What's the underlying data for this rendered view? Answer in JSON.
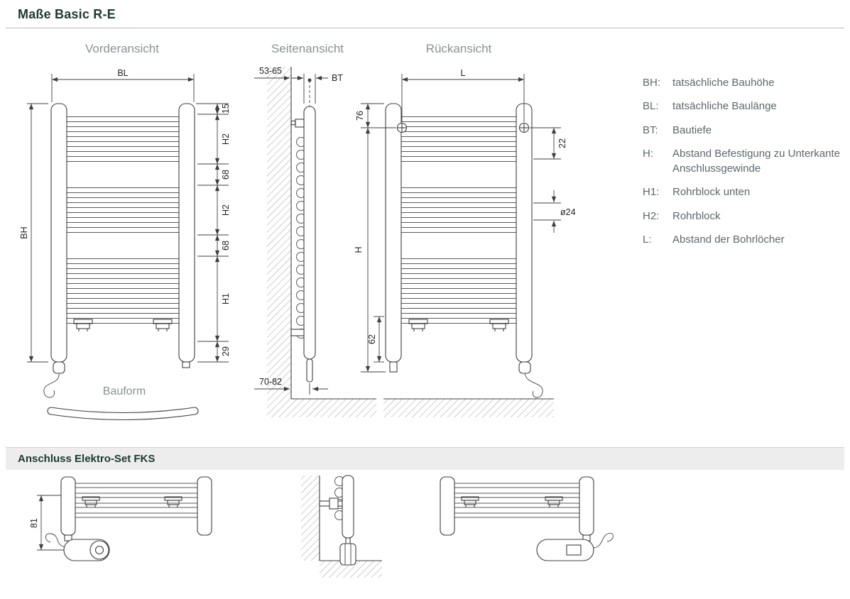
{
  "header": {
    "title": "Maße Basic R-E"
  },
  "section2": {
    "title": "Anschluss Elektro-Set FKS"
  },
  "views": {
    "front": "Vorderansicht",
    "side": "Seitenansicht",
    "rear": "Rückansicht",
    "shape": "Bauform"
  },
  "dims": {
    "bl": "BL",
    "bh": "BH",
    "t15": "15",
    "h2": "H2",
    "t68": "68",
    "h1": "H1",
    "t29": "29",
    "range_top": "53-65",
    "bt": "BT",
    "range_bottom": "70-82",
    "l": "L",
    "t76": "76",
    "t22": "22",
    "dia": "ø24",
    "h": "H",
    "t62": "62",
    "t81": "81"
  },
  "legend": {
    "items": [
      {
        "key": "BH:",
        "text": "tatsächliche Bauhöhe"
      },
      {
        "key": "BL:",
        "text": "tatsächliche Baulänge"
      },
      {
        "key": "BT:",
        "text": "Bautiefe"
      },
      {
        "key": "H:",
        "text": "Abstand Befestigung zu Unterkante Anschlussgewinde"
      },
      {
        "key": "H1:",
        "text": "Rohrblock unten"
      },
      {
        "key": "H2:",
        "text": "Rohrblock"
      },
      {
        "key": "L:",
        "text": "Abstand der Bohrlöcher"
      }
    ]
  },
  "colors": {
    "title": "#1d3a2f",
    "label_gray": "#8a9091",
    "legend_gray": "#5d686c",
    "line": "#3f3f3f",
    "bar_bg": "#ededed"
  }
}
